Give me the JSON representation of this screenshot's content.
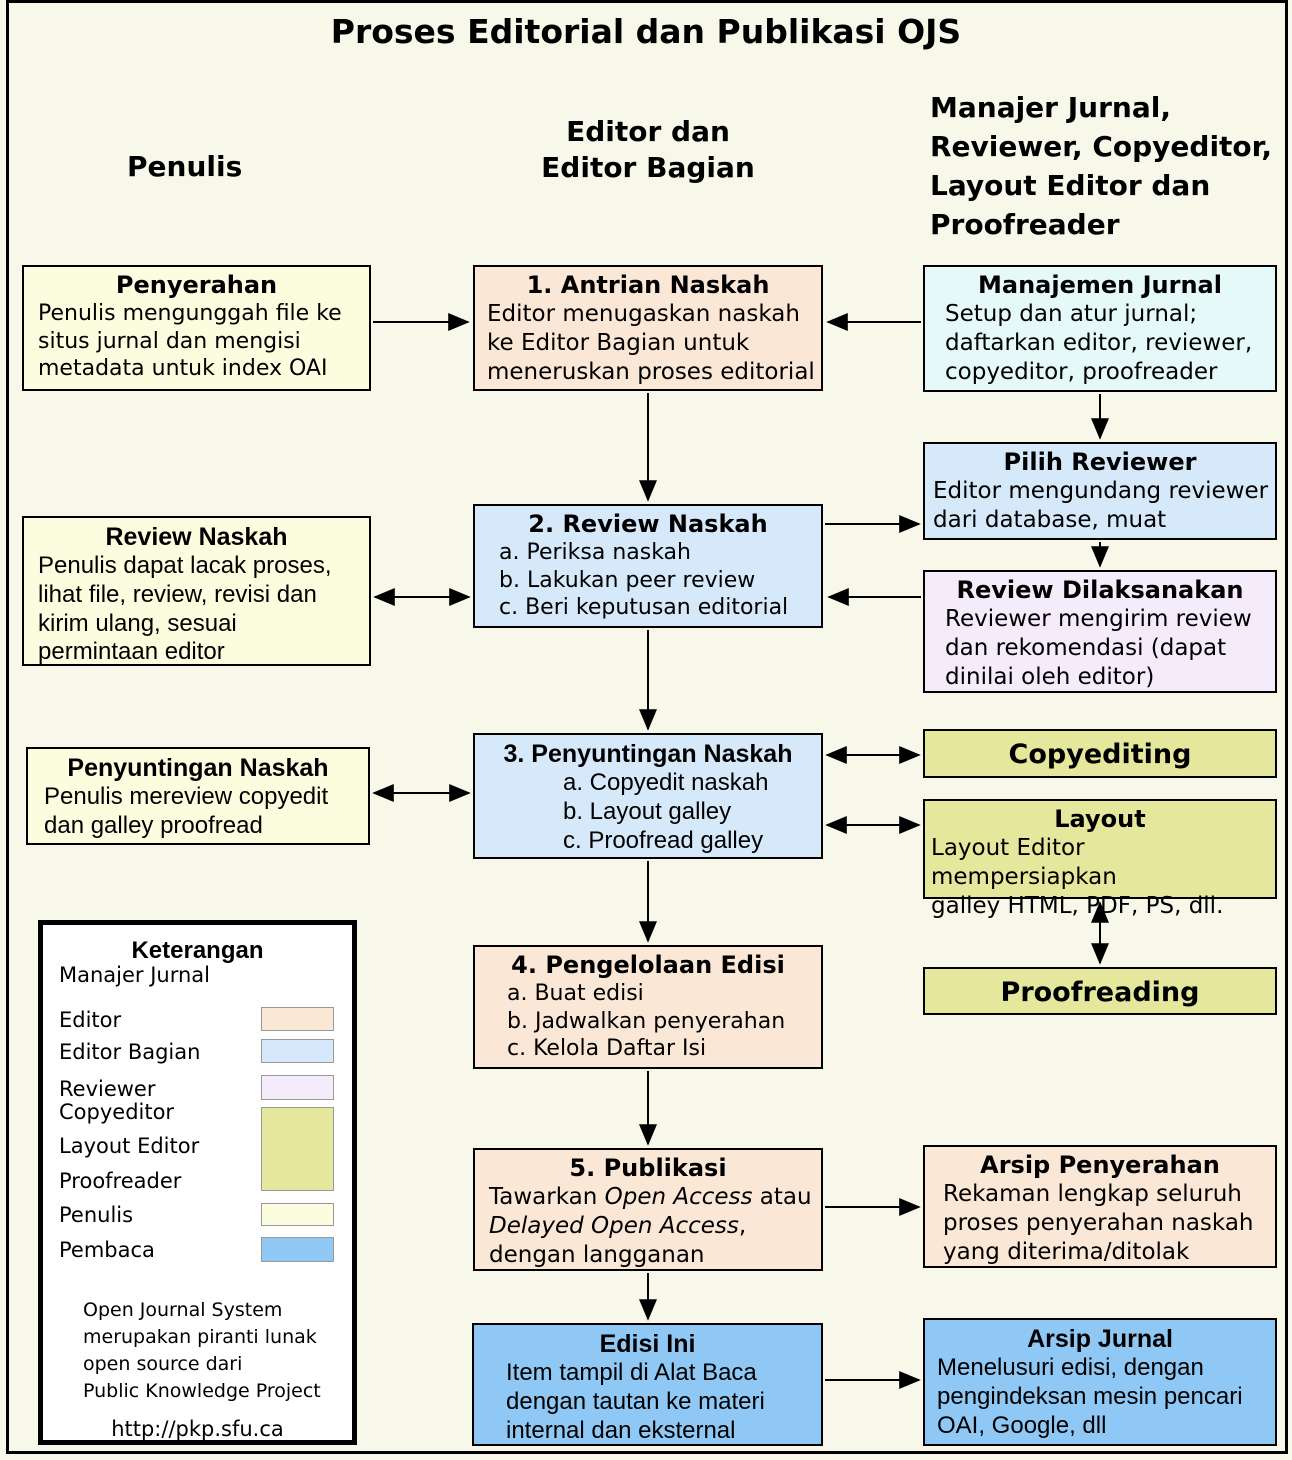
{
  "title": "Proses Editorial dan Publikasi OJS",
  "column_headers": {
    "penulis": "Penulis",
    "editor_lines": [
      "Editor dan",
      "Editor Bagian"
    ],
    "right_lines": [
      "Manajer Jurnal,",
      "Reviewer, Copyeditor,",
      "Layout Editor dan",
      "Proofreader"
    ]
  },
  "boxes": {
    "penyerahan": {
      "title": "Penyerahan",
      "lines": [
        "Penulis mengunggah file ke",
        "situs jurnal dan mengisi",
        "metadata untuk index OAI"
      ]
    },
    "antrian_naskah": {
      "title": "1. Antrian Naskah",
      "lines": [
        "Editor menugaskan naskah",
        "ke Editor Bagian untuk",
        "meneruskan proses editorial"
      ]
    },
    "manajemen_jurnal": {
      "title": "Manajemen Jurnal",
      "lines": [
        "Setup dan atur jurnal;",
        "daftarkan editor, reviewer,",
        "copyeditor, proofreader"
      ]
    },
    "pilih_reviewer": {
      "title": "Pilih Reviewer",
      "lines": [
        "Editor mengundang reviewer",
        "dari database, muat"
      ]
    },
    "review_dilaksanakan": {
      "title": "Review Dilaksanakan",
      "lines": [
        "Reviewer mengirim review",
        "dan rekomendasi (dapat",
        "dinilai oleh editor)"
      ]
    },
    "review_naskah_penulis": {
      "title": "Review Naskah",
      "lines": [
        "Penulis dapat lacak proses,",
        "lihat file, review, revisi dan",
        "kirim ulang, sesuai",
        "permintaan editor"
      ]
    },
    "review_naskah": {
      "title": "2. Review Naskah",
      "lines": [
        "a. Periksa naskah",
        "b. Lakukan peer review",
        "c. Beri keputusan editorial"
      ]
    },
    "penyuntingan_penulis": {
      "title": "Penyuntingan Naskah",
      "lines": [
        "Penulis mereview copyedit",
        "dan galley proofread"
      ]
    },
    "penyuntingan_naskah": {
      "title": "3. Penyuntingan Naskah",
      "lines": [
        "a. Copyedit naskah",
        "b. Layout galley",
        "c. Proofread galley"
      ]
    },
    "copyediting": {
      "title": "Copyediting"
    },
    "layout": {
      "title": "Layout",
      "lines": [
        "Layout Editor mempersiapkan",
        "galley HTML, PDF, PS, dll."
      ]
    },
    "proofreading": {
      "title": "Proofreading"
    },
    "pengelolaan_edisi": {
      "title": "4. Pengelolaan Edisi",
      "lines": [
        "a. Buat edisi",
        "b. Jadwalkan penyerahan",
        "c. Kelola Daftar Isi"
      ]
    },
    "publikasi": {
      "title": "5. Publikasi",
      "segment_lines": [
        [
          {
            "t": "Tawarkan "
          },
          {
            "t": "Open Access",
            "i": true
          },
          {
            "t": " atau"
          }
        ],
        [
          {
            "t": "Delayed Open Access",
            "i": true
          },
          {
            "t": ","
          }
        ],
        [
          {
            "t": "dengan langganan"
          }
        ]
      ]
    },
    "arsip_penyerahan": {
      "title": "Arsip Penyerahan",
      "lines": [
        "Rekaman lengkap seluruh",
        "proses penyerahan naskah",
        "yang diterima/ditolak"
      ]
    },
    "edisi_ini": {
      "title": "Edisi Ini",
      "lines": [
        "Item tampil di Alat Baca",
        "dengan tautan ke materi",
        "internal dan eksternal"
      ]
    },
    "arsip_jurnal": {
      "title": "Arsip Jurnal",
      "lines": [
        "Menelusuri edisi, dengan",
        "pengindeksan mesin pencari",
        "OAI, Google, dll"
      ]
    }
  },
  "legend": {
    "title": "Keterangan",
    "entries": [
      "Manajer Jurnal",
      "Editor",
      "Editor Bagian",
      "Reviewer",
      "Copyeditor",
      "Layout Editor",
      "Proofreader",
      "Penulis",
      "Pembaca"
    ],
    "footer_lines": [
      "Open Journal System",
      "merupakan piranti lunak",
      "open source dari",
      "Public Knowledge Project"
    ],
    "url": "http://pkp.sfu.ca"
  },
  "colors": {
    "background": "#F8F8EA",
    "border": "#000000",
    "editor": "#FBE7D5",
    "editor_bagian": "#D6E9FA",
    "manajer_jurnal": "#E5FAF8",
    "reviewer": "#F4EBFB",
    "copyeditor_layout_proofreader": "#E5E79C",
    "penulis": "#FCFCDE",
    "pembaca": "#8FC8F4"
  },
  "connections": [
    {
      "from": "penyerahan",
      "to": "antrian_naskah",
      "style": "arrow"
    },
    {
      "from": "manajemen_jurnal",
      "to": "antrian_naskah",
      "style": "arrow"
    },
    {
      "from": "antrian_naskah",
      "to": "review_naskah",
      "style": "arrow"
    },
    {
      "from": "manajemen_jurnal",
      "to": "pilih_reviewer",
      "style": "arrow"
    },
    {
      "from": "review_naskah",
      "to": "pilih_reviewer",
      "style": "arrow"
    },
    {
      "from": "pilih_reviewer",
      "to": "review_dilaksanakan",
      "style": "arrow"
    },
    {
      "from": "review_dilaksanakan",
      "to": "review_naskah",
      "style": "arrow"
    },
    {
      "from": "review_naskah_penulis",
      "to": "review_naskah",
      "style": "double-arrow"
    },
    {
      "from": "review_naskah",
      "to": "penyuntingan_naskah",
      "style": "arrow"
    },
    {
      "from": "penyuntingan_penulis",
      "to": "penyuntingan_naskah",
      "style": "double-arrow"
    },
    {
      "from": "penyuntingan_naskah",
      "to": "copyediting",
      "style": "double-arrow"
    },
    {
      "from": "penyuntingan_naskah",
      "to": "layout",
      "style": "double-arrow"
    },
    {
      "from": "layout",
      "to": "proofreading",
      "style": "double-arrow"
    },
    {
      "from": "penyuntingan_naskah",
      "to": "pengelolaan_edisi",
      "style": "arrow"
    },
    {
      "from": "pengelolaan_edisi",
      "to": "publikasi",
      "style": "arrow"
    },
    {
      "from": "publikasi",
      "to": "arsip_penyerahan",
      "style": "arrow"
    },
    {
      "from": "publikasi",
      "to": "edisi_ini",
      "style": "arrow"
    },
    {
      "from": "edisi_ini",
      "to": "arsip_jurnal",
      "style": "arrow"
    }
  ]
}
